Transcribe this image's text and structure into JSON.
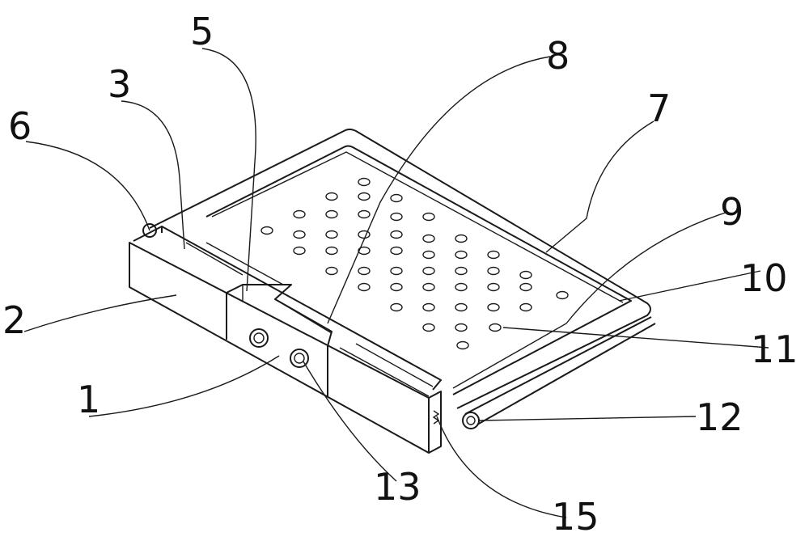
{
  "figure": {
    "labels": {
      "l1": "1",
      "l2": "2",
      "l3": "3",
      "l5": "5",
      "l6": "6",
      "l7": "7",
      "l8": "8",
      "l9": "9",
      "l10": "10",
      "l11": "11",
      "l12": "12",
      "l13": "13",
      "l15": "15"
    }
  }
}
